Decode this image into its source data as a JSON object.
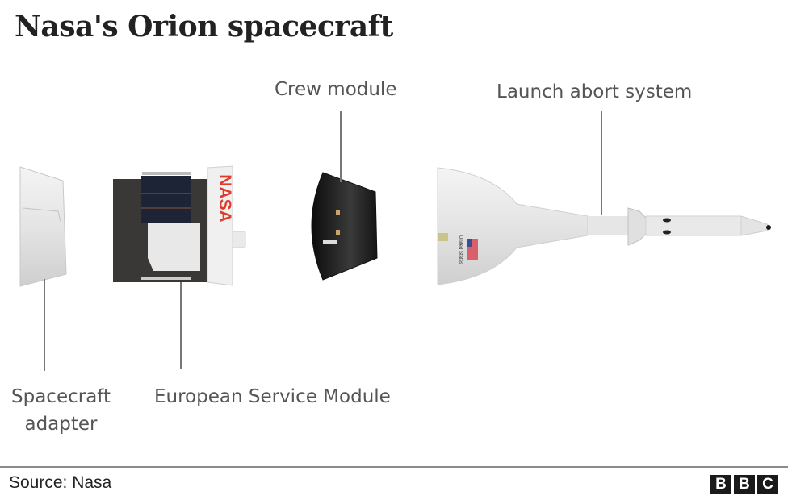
{
  "title": "Nasa's Orion spacecraft",
  "components": [
    {
      "id": "spacecraft-adapter",
      "label": "Spacecraft adapter",
      "label_lines": [
        "Spacecraft",
        "adapter"
      ],
      "label_position": "below"
    },
    {
      "id": "european-service-module",
      "label": "European Service Module",
      "label_position": "below",
      "marking": "NASA"
    },
    {
      "id": "crew-module",
      "label": "Crew module",
      "label_position": "above"
    },
    {
      "id": "launch-abort-system",
      "label": "Launch abort system",
      "label_position": "above",
      "marking": "United States"
    }
  ],
  "labels": {
    "adapter_line1": "Spacecraft",
    "adapter_line2": "adapter",
    "esm": "European Service Module",
    "crew": "Crew module",
    "las": "Launch abort system",
    "nasa_logo": "NASA",
    "las_marking": "United States"
  },
  "footer": {
    "source": "Source: Nasa",
    "logo": [
      "B",
      "B",
      "C"
    ]
  },
  "colors": {
    "title": "#222222",
    "label": "#555555",
    "leader": "#777777",
    "nasa_red": "#e03a2a",
    "bbc_block": "#1a1a1a"
  }
}
